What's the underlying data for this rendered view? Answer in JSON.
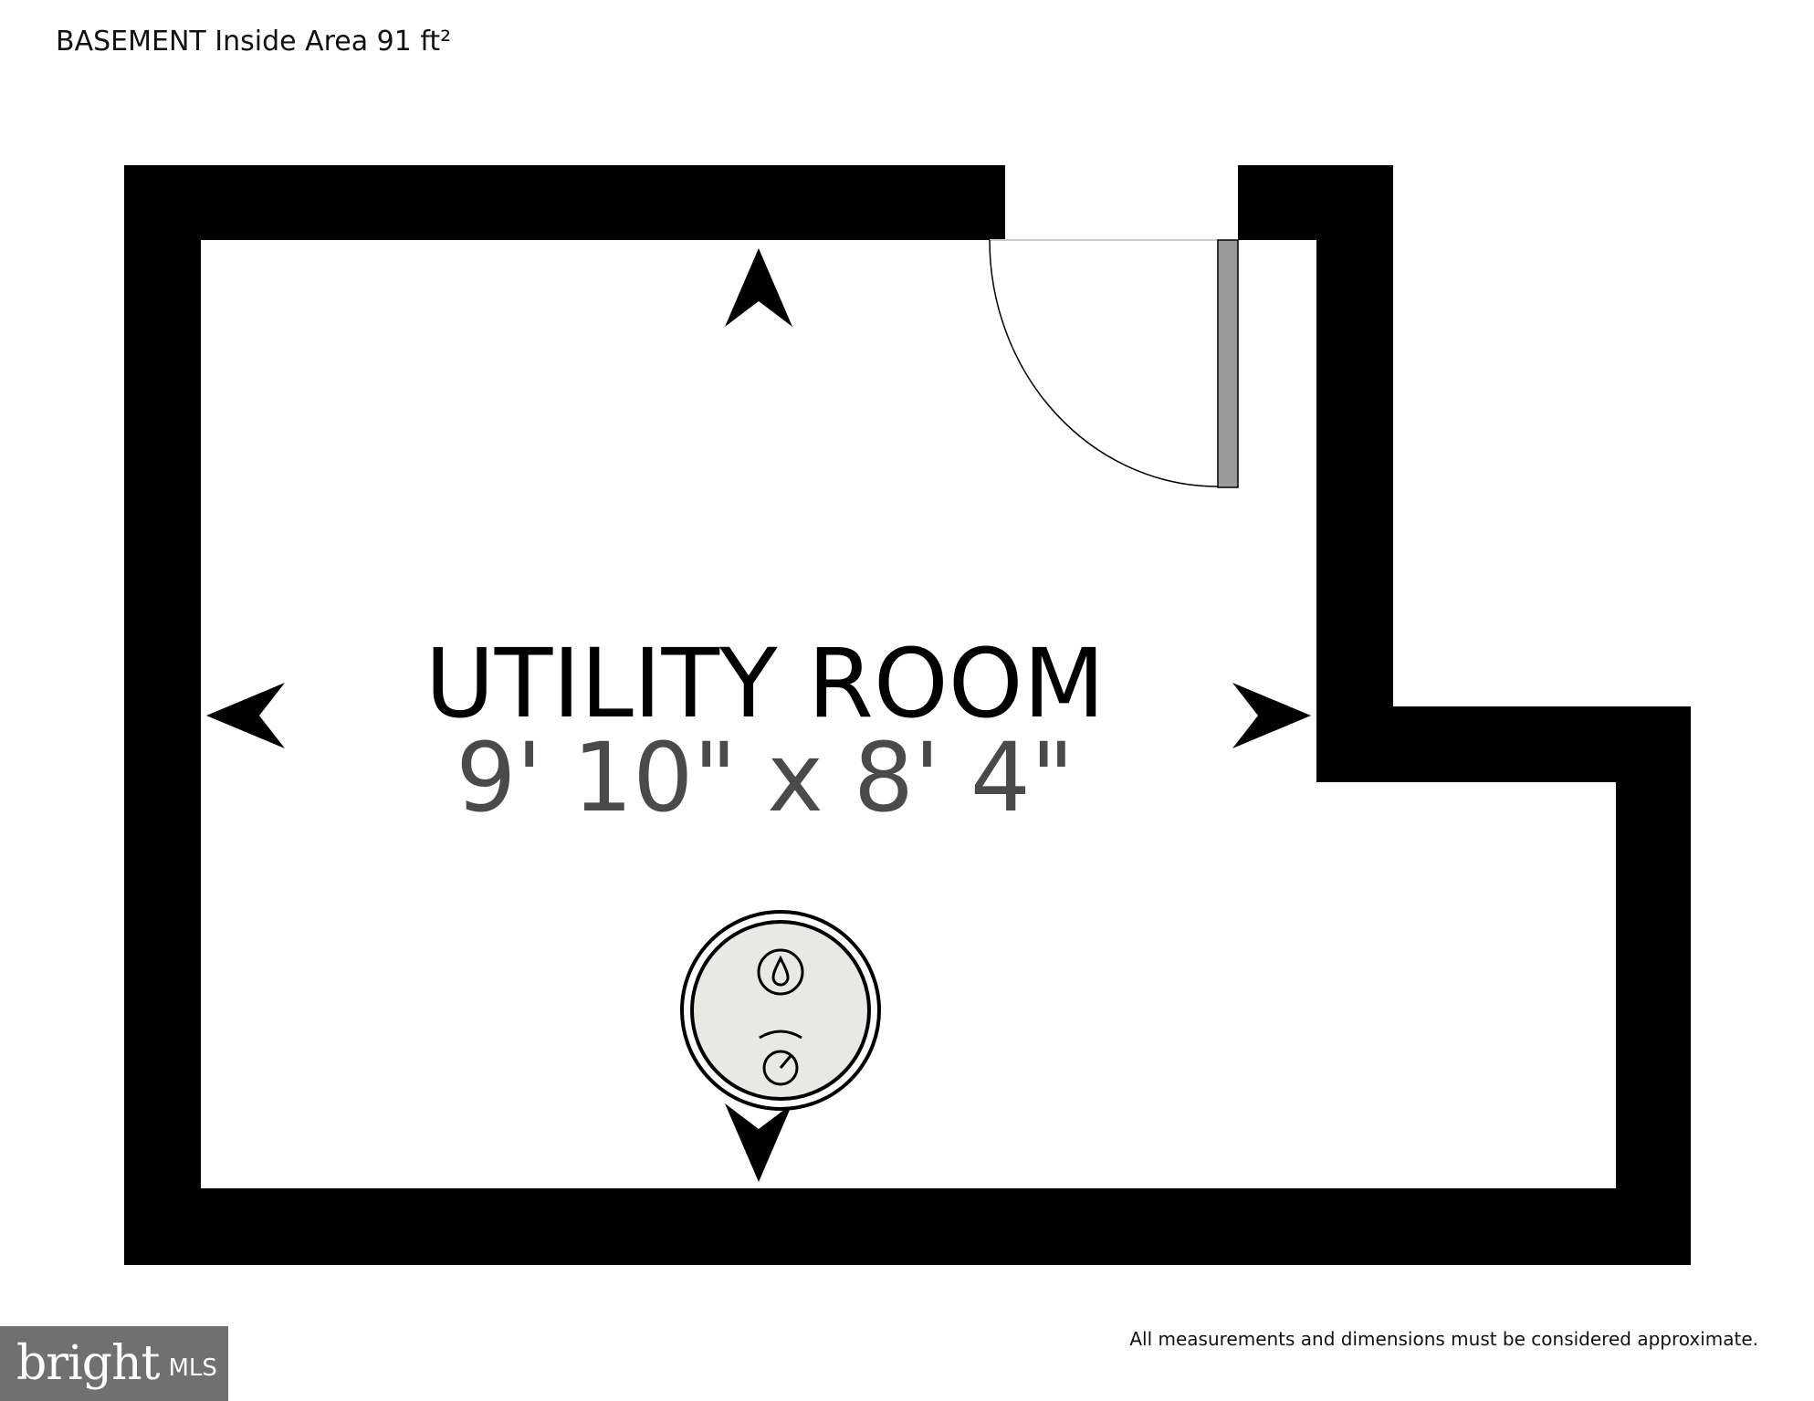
{
  "header": {
    "title": "BASEMENT Inside Area 91 ft²"
  },
  "room": {
    "name": "UTILITY ROOM",
    "dimensions": "9' 10\" x 8' 4\""
  },
  "fixtures": [
    {
      "type": "water-heater",
      "icons": [
        "water-drop-icon",
        "gauge-icon"
      ]
    }
  ],
  "footer": {
    "disclaimer": "All measurements and dimensions must be considered approximate.",
    "logo": {
      "word": "bright",
      "suffix": "MLS"
    }
  },
  "colors": {
    "wall": "#000000",
    "door": "#9a9a9a",
    "fixture_fill": "#e8e8e4",
    "logo_bg": "#707070",
    "logo_star": "#e8452c"
  }
}
